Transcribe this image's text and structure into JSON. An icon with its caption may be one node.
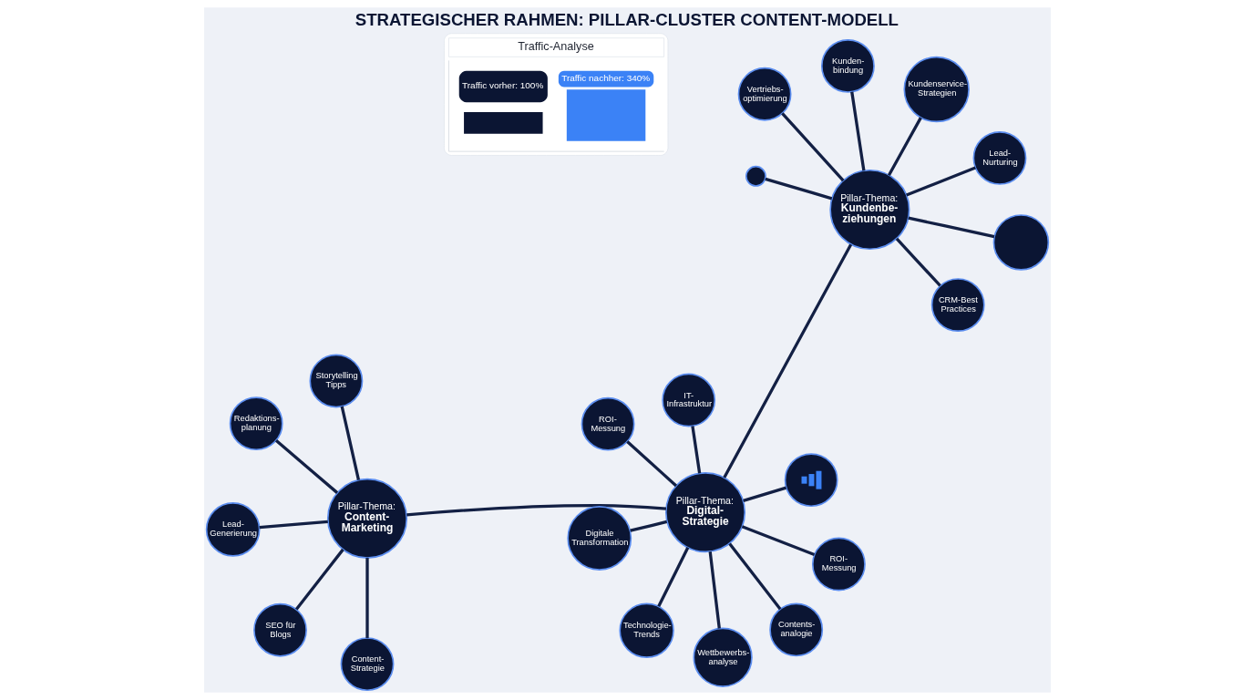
{
  "diagram": {
    "title": "STRATEGISCHER RAHMEN: PILLAR-CLUSTER CONTENT-MODELL",
    "nodes": [
      {
        "text": [
          "Pillar-Thema:",
          "Content-Marketing"
        ]
      },
      {
        "text": [
          "Content-Strategie"
        ]
      },
      {
        "text": [
          "SEO für Blogs"
        ]
      },
      {
        "text": [
          "Redaktions-planung"
        ]
      },
      {
        "text": [
          "Storytelling Tipps"
        ]
      },
      {
        "text": [
          "Lead-Generierung"
        ]
      },
      {
        "text": [
          "Pillar-Thema:",
          "Digital-Strategie"
        ]
      },
      {
        "text": [
          "Contents-analogie"
        ]
      },
      {
        "text": [
          "Digitale Transformation"
        ]
      },
      {
        "text": [
          "Wettbewerbs-analyse"
        ]
      },
      {
        "text": [
          "Technologie-Trends"
        ]
      },
      {
        "text": [
          "ROI-Messung"
        ]
      },
      {
        "text": [
          "ROI-Messung"
        ]
      },
      {
        "text": [],
        "shape": "circle"
      },
      {
        "text": [
          "IT-Infrastruktur"
        ]
      },
      {
        "text": [
          "Pillar-Thema:",
          "Kundenbe-ziehungen"
        ]
      },
      {
        "text": [
          "CRM-Best Practices"
        ]
      },
      {
        "text": [
          "Kunden-bindung"
        ]
      },
      {
        "text": [
          "Vertriebs-optimierung"
        ]
      },
      {
        "text": [
          "Kundenservice-Strategien"
        ]
      },
      {
        "text": [
          "Lead-Nurturing"
        ]
      },
      {
        "text": [],
        "shape": "circle"
      },
      {
        "text": [],
        "shape": "circle"
      }
    ],
    "edges": [
      {
        "from": 0,
        "to": 6,
        "arrow": "none"
      },
      {
        "from": 6,
        "to": 15,
        "arrow": "none"
      },
      {
        "from": 0,
        "to": 1,
        "arrow": "none"
      },
      {
        "from": 0,
        "to": 2,
        "arrow": "none"
      },
      {
        "from": 0,
        "to": 3,
        "arrow": "none"
      },
      {
        "from": 0,
        "to": 4,
        "arrow": "none"
      },
      {
        "from": 0,
        "to": 5,
        "arrow": "none"
      },
      {
        "from": 6,
        "to": 7,
        "arrow": "none"
      },
      {
        "from": 6,
        "to": 8,
        "arrow": "none"
      },
      {
        "from": 6,
        "to": 9,
        "arrow": "none"
      },
      {
        "from": 6,
        "to": 10,
        "arrow": "none"
      },
      {
        "from": 6,
        "to": 11,
        "arrow": "none"
      },
      {
        "from": 6,
        "to": 12,
        "arrow": "none"
      },
      {
        "from": 6,
        "to": 13,
        "arrow": "none"
      },
      {
        "from": 6,
        "to": 14,
        "arrow": "none"
      },
      {
        "from": 15,
        "to": 16,
        "arrow": "none"
      },
      {
        "from": 15,
        "to": 17,
        "arrow": "none"
      },
      {
        "from": 15,
        "to": 18,
        "arrow": "none"
      },
      {
        "from": 15,
        "to": 19,
        "arrow": "none"
      },
      {
        "from": 15,
        "to": 20,
        "arrow": "none"
      },
      {
        "from": 15,
        "to": 21,
        "arrow": "none"
      },
      {
        "from": 15,
        "to": 22,
        "arrow": "none"
      }
    ],
    "labels": [
      "Traffic-Analyse",
      "Traffic vorher: 100%",
      "Traffic nachher: 340%"
    ]
  }
}
